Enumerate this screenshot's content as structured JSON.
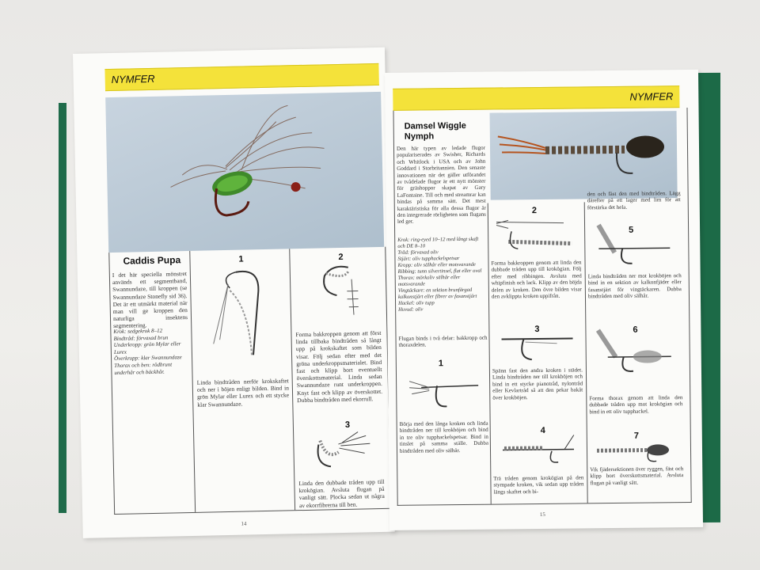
{
  "left_page": {
    "header": "NYMFER",
    "title": "Caddis Pupa",
    "intro": "I det här speciella mönstret används ett segmentband, Swannundaze, till kroppen (se Swannundaze Stonefly sid 36). Det är ett utmärkt material när man vill ge kroppen den naturliga insektens segmentering.",
    "materials": [
      "Krok: sedgekrok 8–12",
      "Bindtråd: förvaxad brun",
      "Underkropp: grön Mylar eller Lurex",
      "Överkropp: klar Swannundaze",
      "Thorax och ben: rödbrunt underhår och bäckhår."
    ],
    "steps": [
      {
        "n": "1",
        "text": "Linda bindtråden nerför krokskaftet och ner i böjen enligt bilden. Bind in grön Mylar eller Lurex och ett stycke klar Swannundaze."
      },
      {
        "n": "2",
        "text": "Forma bakkroppen genom att först linda tillbaka bindtråden så långt upp på krokskaftet som bilden visar. Följ sedan efter med det gröna underkroppsmaterialet. Bind fast och klipp bort eventuellt överskottsmaterial. Linda sedan Swannundaze runt underkroppen. Knyt fast och klipp av överskottet. Dubba bindtråden med ekorrull."
      },
      {
        "n": "3",
        "text": "Linda den dubbade tråden upp till krokögian. Avsluta flugan på vanligt sätt. Plocka sedan ut några av ekorrfibrerna till ben."
      }
    ],
    "page_number": "14"
  },
  "right_page": {
    "header": "NYMFER",
    "title": "Damsel Wiggle Nymph",
    "intro": "Den här typen av ledade flugor populariserades av Swisher, Richards och Whitlock i USA och av John Goddard i Storbritannien. Den senaste innovationen när det gäller utförandet av tvådelade flugor är ett nytt mönster för gräshoppor skapat av Gary LaFontaine. Till och med streamrar kan bindas på samma sätt. Det mest karaktäristiska för alla dessa flugor är den integrerade rörligheten som flugans led ger.",
    "materials": [
      "Krok: ring-eyed 10–12 med långt skaft och DE 8–10",
      "Tråd: förvaxad oliv",
      "Stjärt: oliv tupphackelspetsar",
      "Kropp: oliv sälhår eller motsvarande",
      "Ribbing: tunn silvertinsel, flat eller oval",
      "Thorax: mörkoliv sälhår eller motsvarande",
      "Vingtäckare: en sektion brunfärgad kalkonstjärt eller fibrer av fasanstjärt",
      "Hackel: oliv tupp",
      "Huvud: oliv"
    ],
    "intro2": "Flugan binds i två delar: bakkropp och thoraxdelen.",
    "steps": [
      {
        "n": "1",
        "text": "Börja med den långa kroken och linda bindtråden ner till krokböjen och bind in tre oliv tupphackelspetsar. Bind in tinslet på samma ställe. Dubba bindtråden med oliv sälhår."
      },
      {
        "n": "2",
        "text": "Forma bakkroppen genom att linda den dubbade tråden upp till krokögian. Följ efter med ribbingen. Avsluta med whipfinish och lack. Klipp av den böjda delen av kroken. Den övre bilden visar den avklippta kroken uppifrån."
      },
      {
        "n": "3",
        "text": "Spänn fast den andra kroken i städet. Linda bindtråden ner till krokböjen och bind in ett stycke pianotråd, nylontråd eller Kevlartråd så att den pekar bakåt över krokböjen."
      },
      {
        "n": "4",
        "text": "Trä tråden genom krokögian på den stympade kroken, vik sedan upp tråden längs skaftet och bi-"
      },
      {
        "n": "5",
        "text": "Linda bindtråden ner mot krokböjen och bind in en sektion av kalkonfjäder eller fasanstjärt för vingtäckaren. Dubba bindtråden med oliv sälhår."
      },
      {
        "n": "6",
        "text": "Forma thorax genom att linda den dubbade tråden upp mot krokögian och bind in ett oliv tupphackel."
      },
      {
        "n": "7",
        "text": "Vik fjädersektionen över ryggen, fäst och klipp bort överskottsmaterial. Avsluta flugan på vanligt sätt."
      }
    ],
    "step4_cont": "den och fäst den med bindtråden. Lägg därefter på ett lager med lim för att förstärka det hela.",
    "page_number": "15"
  },
  "colors": {
    "header_yellow": "#f4e23a",
    "cover_green": "#1c6a47",
    "paper": "#fbfbf9"
  }
}
